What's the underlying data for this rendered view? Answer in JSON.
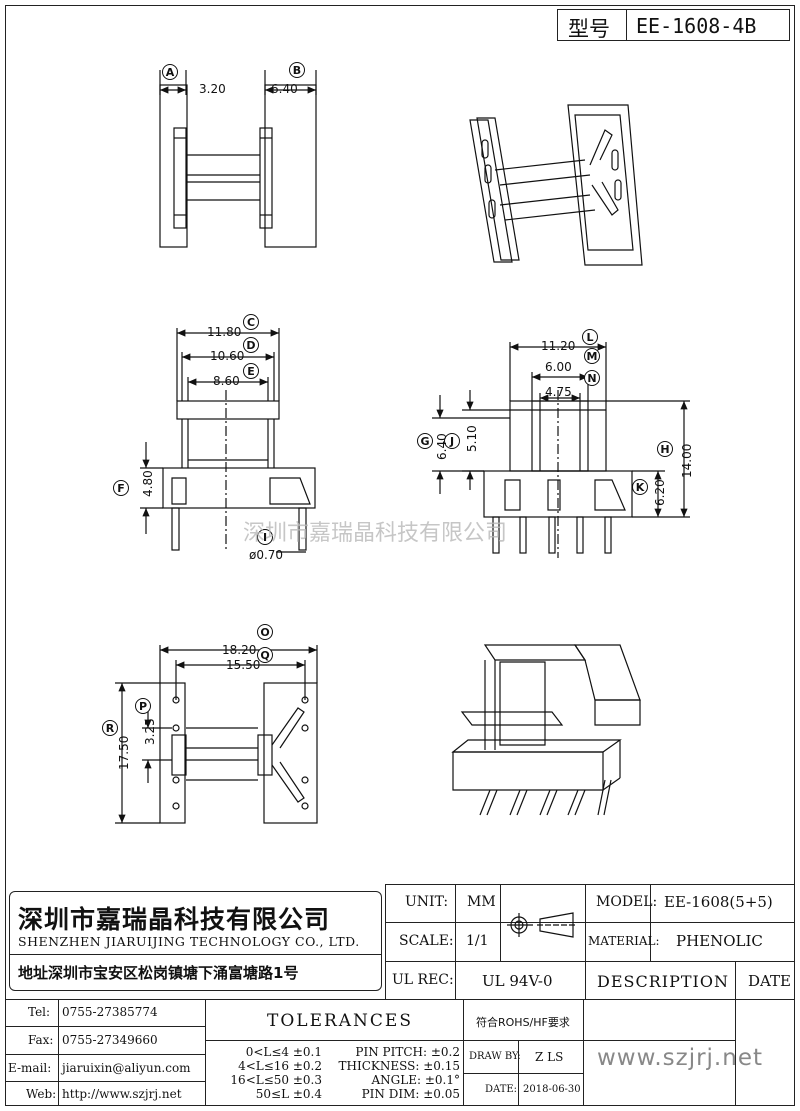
{
  "header": {
    "model_label": "型号",
    "model_value": "EE-1608-4B"
  },
  "drawing": {
    "callouts": [
      "A",
      "B",
      "C",
      "D",
      "E",
      "F",
      "G",
      "H",
      "I",
      "J",
      "K",
      "L",
      "M",
      "N",
      "O",
      "P",
      "Q",
      "R"
    ],
    "dims": {
      "a": "3.20",
      "b": "6.40",
      "c": "11.80",
      "d": "10.60",
      "e": "8.60",
      "f": "4.80",
      "h": "ø0.70",
      "l": "11.20",
      "m": "6.00",
      "n": "4.75",
      "g": "6.40",
      "j": "5.10",
      "i": "14.00",
      "k": "6.20",
      "o": "18.20",
      "q": "15.50",
      "p": "3.25",
      "r": "17.50"
    },
    "watermark": "深圳市嘉瑞晶科技有限公司"
  },
  "company": {
    "name_cn": "深圳市嘉瑞晶科技有限公司",
    "name_en": "SHENZHEN JIARUIJING TECHNOLOGY CO., LTD.",
    "address": "地址深圳市宝安区松岗镇塘下涌富塘路1号"
  },
  "titleblock": {
    "unit_label": "UNIT:",
    "unit_value": "MM",
    "scale_label": "SCALE:",
    "scale_value": "1/1",
    "ulrec_label": "UL REC:",
    "ulrec_value": "UL 94V-0",
    "model_label": "MODEL:",
    "model_value": "EE-1608(5+5)",
    "material_label": "MATERIAL:",
    "material_value": "PHENOLIC",
    "description_label": "DESCRIPTION",
    "date_label": "DATE",
    "rohs": "符合ROHS/HF要求",
    "drawby_label": "DRAW BY:",
    "drawby_value": "Z LS",
    "date2_label": "DATE:",
    "date2_value": "2018-06-30",
    "website": "www.szjrj.net"
  },
  "contacts": {
    "tel_label": "Tel:",
    "tel": "0755-27385774",
    "fax_label": "Fax:",
    "fax": "0755-27349660",
    "email_label": "E-mail:",
    "email": "jiaruixin@aliyun.com",
    "web_label": "Web:",
    "web": "http://www.szjrj.net"
  },
  "tolerances": {
    "title": "TOLERANCES",
    "col1": [
      "0<L≤4 ±0.1",
      "4<L≤16 ±0.2",
      "16<L≤50 ±0.3",
      "50≤L ±0.4"
    ],
    "col2": [
      "PIN PITCH: ±0.2",
      "THICKNESS: ±0.15",
      "ANGLE: ±0.1°",
      "PIN DIM: ±0.05"
    ]
  }
}
